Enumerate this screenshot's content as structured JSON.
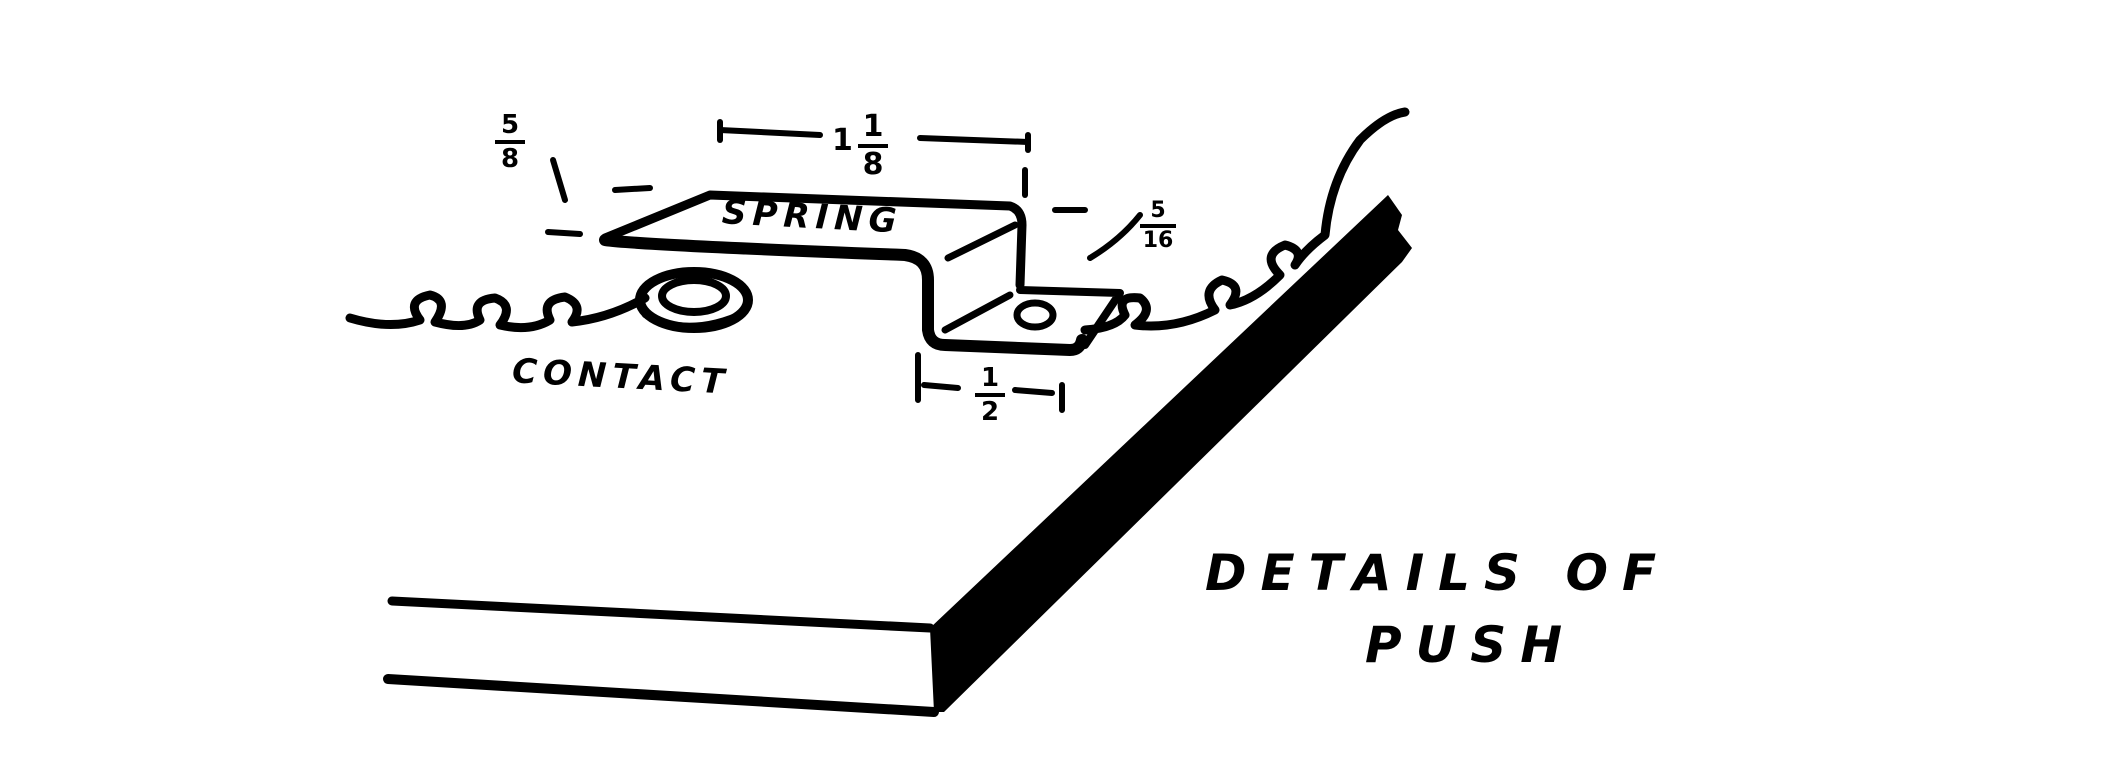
{
  "figure": {
    "title_line1": "DETAILS OF",
    "title_line2": "PUSH",
    "labels": {
      "spring": "SPRING",
      "contact": "CONTACT"
    },
    "dimensions": {
      "spring_length": {
        "whole": "1",
        "num": "1",
        "den": "8",
        "unit": "\""
      },
      "spring_height": {
        "num": "5",
        "den": "8",
        "unit": "\""
      },
      "spring_offset": {
        "num": "5",
        "den": "16",
        "unit": "\""
      },
      "foot_length": {
        "num": "1",
        "den": "2",
        "unit": "\""
      }
    },
    "colors": {
      "ink": "#000000",
      "paper": "#ffffff"
    }
  }
}
